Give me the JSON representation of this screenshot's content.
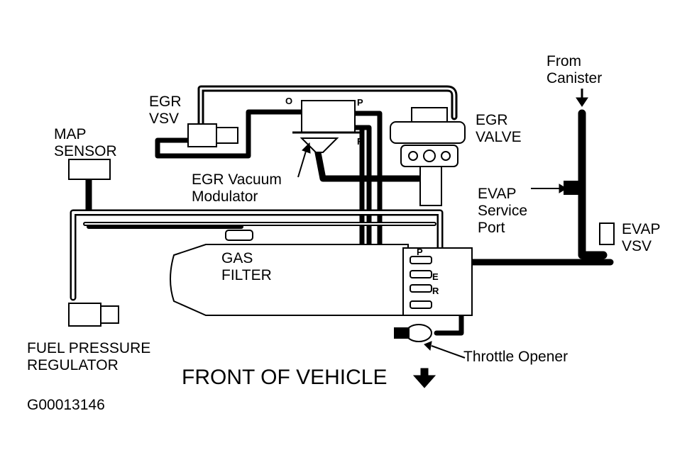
{
  "labels": {
    "from_canister": "From\nCanister",
    "egr_vsv": "EGR\nVSV",
    "egr_valve": "EGR\nVALVE",
    "map_sensor": "MAP\nSENSOR",
    "egr_vacuum_modulator": "EGR Vacuum\nModulator",
    "evap_service_port": "EVAP\nService\nPort",
    "evap_vsv": "EVAP\nVSV",
    "gas_filter": "GAS\nFILTER",
    "fuel_pressure_regulator": "FUEL PRESSURE\nREGULATOR",
    "throttle_opener": "Throttle Opener",
    "front_of_vehicle": "FRONT OF VEHICLE",
    "figure_id": "G00013146"
  },
  "port_letters": {
    "modulator_o": "O",
    "modulator_p": "P",
    "modulator_r": "R",
    "body_p": "P",
    "body_e": "E",
    "body_r": "R"
  },
  "colors": {
    "line": "#000000",
    "background": "#ffffff"
  }
}
